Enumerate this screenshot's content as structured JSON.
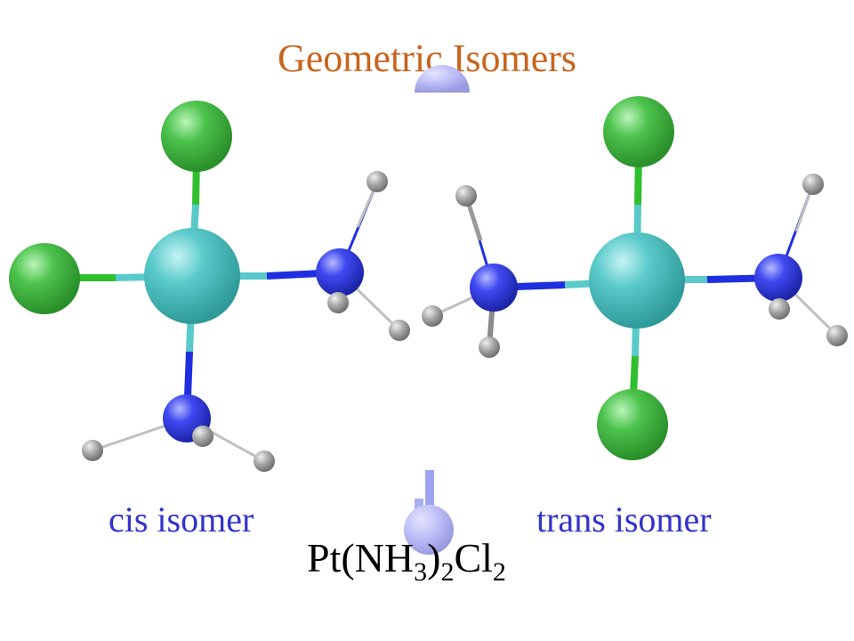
{
  "title": "Geometric Isomers",
  "cis_label": "cis isomer",
  "trans_label": "trans isomer",
  "formula": {
    "a": "Pt(NH",
    "s1": "3",
    "b": ")",
    "s2": "2",
    "c": "Cl",
    "s3": "2"
  },
  "colors": {
    "title": "#c8641e",
    "label": "#3333cc",
    "platinum": "#59c9c9",
    "chlorine": "#4cc24c",
    "nitrogen": "#3f49f0",
    "hydrogen": "#a9a9a9",
    "faded_nitrogen": "#b8b8f5",
    "bond_pt_cl": "#2fbf2f",
    "bond_pt_n": "#1f2fe0"
  },
  "atom_legend": [
    "platinum-atom",
    "chlorine-atom",
    "nitrogen-atom",
    "hydrogen-atom"
  ]
}
